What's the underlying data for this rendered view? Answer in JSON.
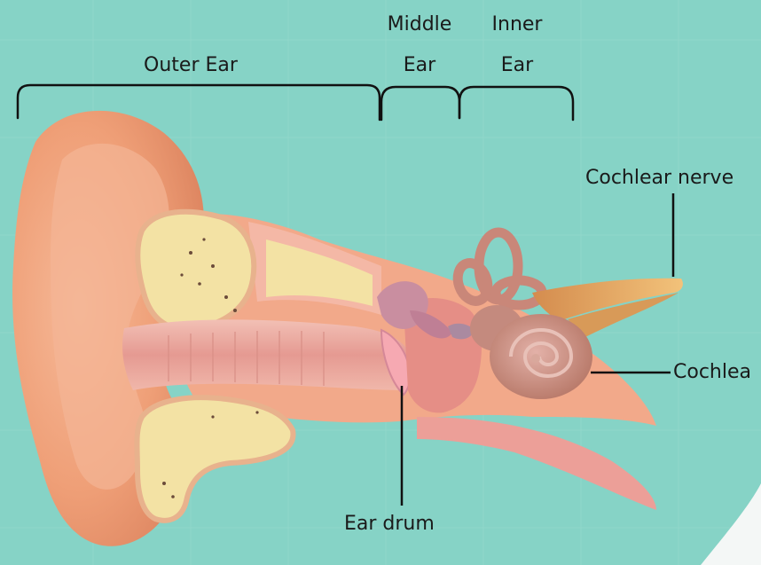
{
  "diagram": {
    "sections": [
      {
        "label": "Outer Ear"
      },
      {
        "label_line1": "Middle",
        "label_line2": "Ear"
      },
      {
        "label_line1": "Inner",
        "label_line2": "Ear"
      }
    ],
    "callouts": {
      "cochlear_nerve": "Cochlear nerve",
      "cochlea": "Cochlea",
      "ear_drum": "Ear drum"
    },
    "colors": {
      "background": "#86d3c6",
      "skin": "#f0a47a",
      "bone": "#f3e2a4",
      "canal": "#e9a39a",
      "ossicles": "#c98ea0",
      "cochlea": "#c48a7e",
      "nerve": "#e0a85a",
      "line": "#111111"
    }
  }
}
